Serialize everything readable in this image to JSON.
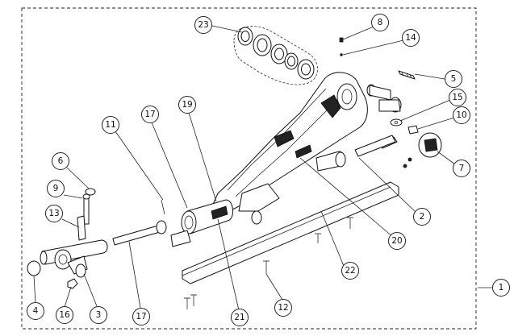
{
  "diagram": {
    "callouts": [
      {
        "id": "callout-1",
        "label": "1"
      },
      {
        "id": "callout-2",
        "label": "2"
      },
      {
        "id": "callout-3",
        "label": "3"
      },
      {
        "id": "callout-4",
        "label": "4"
      },
      {
        "id": "callout-5",
        "label": "5"
      },
      {
        "id": "callout-6",
        "label": "6"
      },
      {
        "id": "callout-7",
        "label": "7"
      },
      {
        "id": "callout-8",
        "label": "8"
      },
      {
        "id": "callout-9",
        "label": "9"
      },
      {
        "id": "callout-10",
        "label": "10"
      },
      {
        "id": "callout-11",
        "label": "11"
      },
      {
        "id": "callout-12",
        "label": "12"
      },
      {
        "id": "callout-13",
        "label": "13"
      },
      {
        "id": "callout-14",
        "label": "14"
      },
      {
        "id": "callout-15",
        "label": "15"
      },
      {
        "id": "callout-16",
        "label": "16"
      },
      {
        "id": "callout-17a",
        "label": "17"
      },
      {
        "id": "callout-17b",
        "label": "17"
      },
      {
        "id": "callout-19",
        "label": "19"
      },
      {
        "id": "callout-20",
        "label": "20"
      },
      {
        "id": "callout-21",
        "label": "21"
      },
      {
        "id": "callout-22",
        "label": "22"
      },
      {
        "id": "callout-23",
        "label": "23"
      }
    ]
  }
}
